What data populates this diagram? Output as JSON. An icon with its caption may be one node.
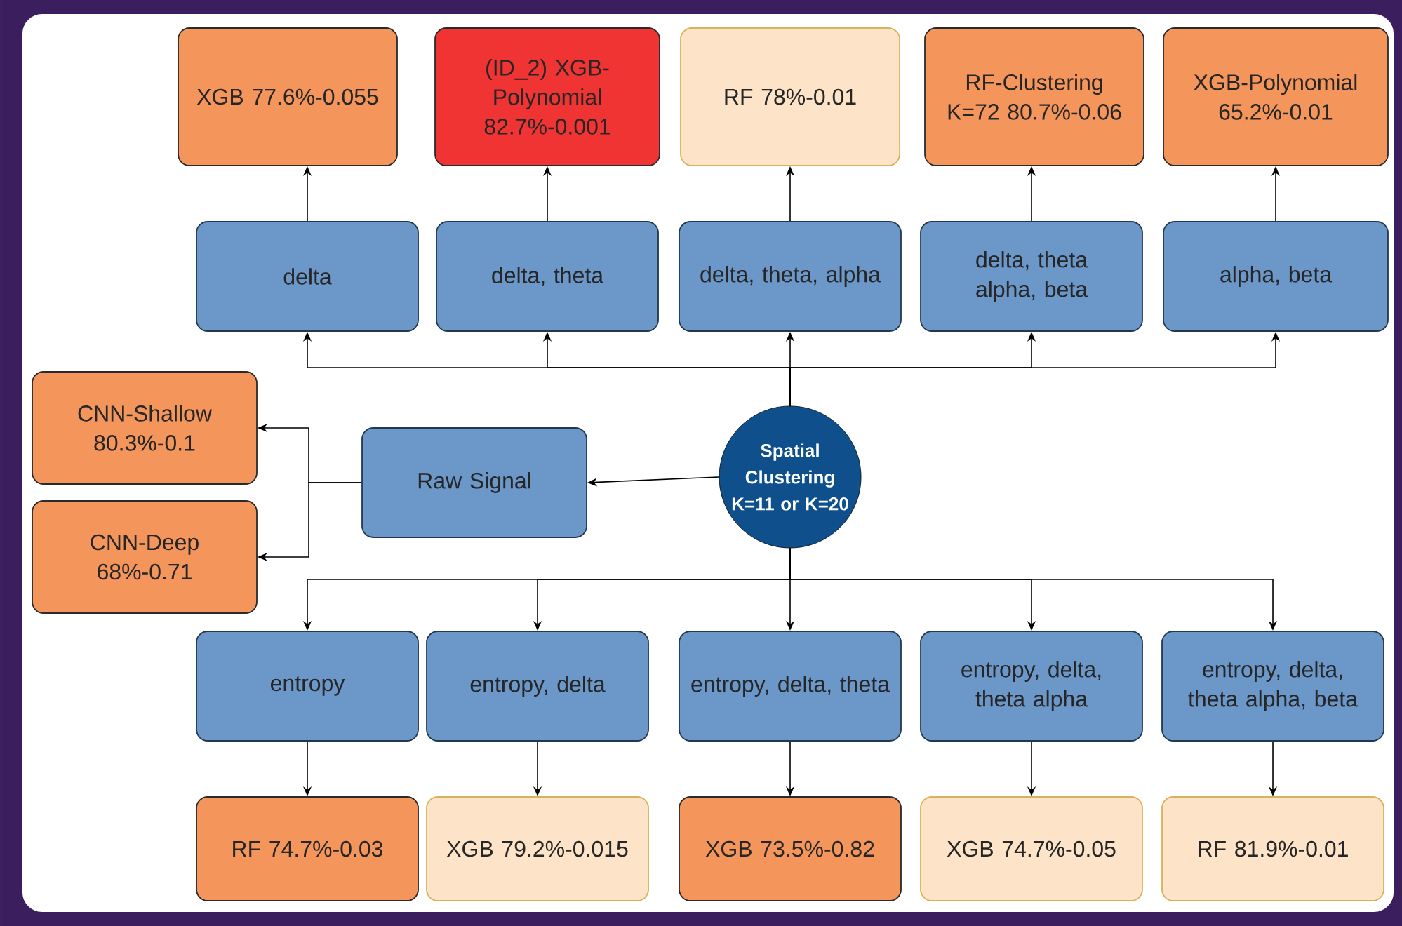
{
  "diagram": {
    "nodes": [
      {
        "text": [
          "XGB 77.6%-0.055"
        ]
      },
      {
        "text": [
          "(ID_2) XGB-Polynomial 82.7%-0.001"
        ]
      },
      {
        "text": [
          "RF 78%-0.01"
        ]
      },
      {
        "text": [
          "RF-Clustering K=72 80.7%-0.06"
        ]
      },
      {
        "text": [
          "XGB-Polynomial 65.2%-0.01"
        ]
      },
      {
        "text": [
          "delta"
        ]
      },
      {
        "text": [
          "delta, theta"
        ]
      },
      {
        "text": [
          "delta, theta, alpha"
        ]
      },
      {
        "text": [
          "delta, theta alpha, beta"
        ]
      },
      {
        "text": [
          "alpha, beta"
        ]
      },
      {
        "text": [
          "CNN-Shallow 80.3%-0.1"
        ]
      },
      {
        "text": [
          "Raw Signal"
        ]
      },
      {
        "text": [
          "Spatial Clustering K=11 or K=20"
        ]
      },
      {
        "text": [
          "CNN-Deep 68%-0.71"
        ]
      },
      {
        "text": [
          "entropy"
        ]
      },
      {
        "text": [
          "entropy, delta"
        ]
      },
      {
        "text": [
          "entropy, delta, theta"
        ]
      },
      {
        "text": [
          "entropy, delta, theta alpha"
        ]
      },
      {
        "text": [
          "entropy, delta, theta alpha, beta"
        ]
      },
      {
        "text": [
          "RF 74.7%-0.03"
        ]
      },
      {
        "text": [
          "XGB 79.2%-0.015"
        ]
      },
      {
        "text": [
          "XGB 73.5%-0.82"
        ]
      },
      {
        "text": [
          "XGB 74.7%-0.05"
        ]
      },
      {
        "text": [
          "RF 81.9%-0.01"
        ]
      }
    ],
    "edges": [
      {
        "from": 5,
        "to": 0,
        "arrow": "to"
      },
      {
        "from": 6,
        "to": 1,
        "arrow": "to"
      },
      {
        "from": 7,
        "to": 2,
        "arrow": "to"
      },
      {
        "from": 8,
        "to": 3,
        "arrow": "to"
      },
      {
        "from": 9,
        "to": 4,
        "arrow": "to"
      },
      {
        "from": 12,
        "to": 5,
        "arrow": "to"
      },
      {
        "from": 12,
        "to": 6,
        "arrow": "to"
      },
      {
        "from": 12,
        "to": 7,
        "arrow": "to"
      },
      {
        "from": 12,
        "to": 8,
        "arrow": "to"
      },
      {
        "from": 12,
        "to": 9,
        "arrow": "to"
      },
      {
        "from": 12,
        "to": 11,
        "arrow": "to"
      },
      {
        "from": 11,
        "to": 10,
        "arrow": "to"
      },
      {
        "from": 11,
        "to": 13,
        "arrow": "to"
      },
      {
        "from": 12,
        "to": 14,
        "arrow": "to"
      },
      {
        "from": 12,
        "to": 15,
        "arrow": "to"
      },
      {
        "from": 12,
        "to": 16,
        "arrow": "to"
      },
      {
        "from": 12,
        "to": 17,
        "arrow": "to"
      },
      {
        "from": 12,
        "to": 18,
        "arrow": "to"
      },
      {
        "from": 14,
        "to": 19,
        "arrow": "to"
      },
      {
        "from": 15,
        "to": 20,
        "arrow": "to"
      },
      {
        "from": 16,
        "to": 21,
        "arrow": "to"
      },
      {
        "from": 17,
        "to": 22,
        "arrow": "to"
      },
      {
        "from": 18,
        "to": 23,
        "arrow": "to"
      }
    ]
  }
}
